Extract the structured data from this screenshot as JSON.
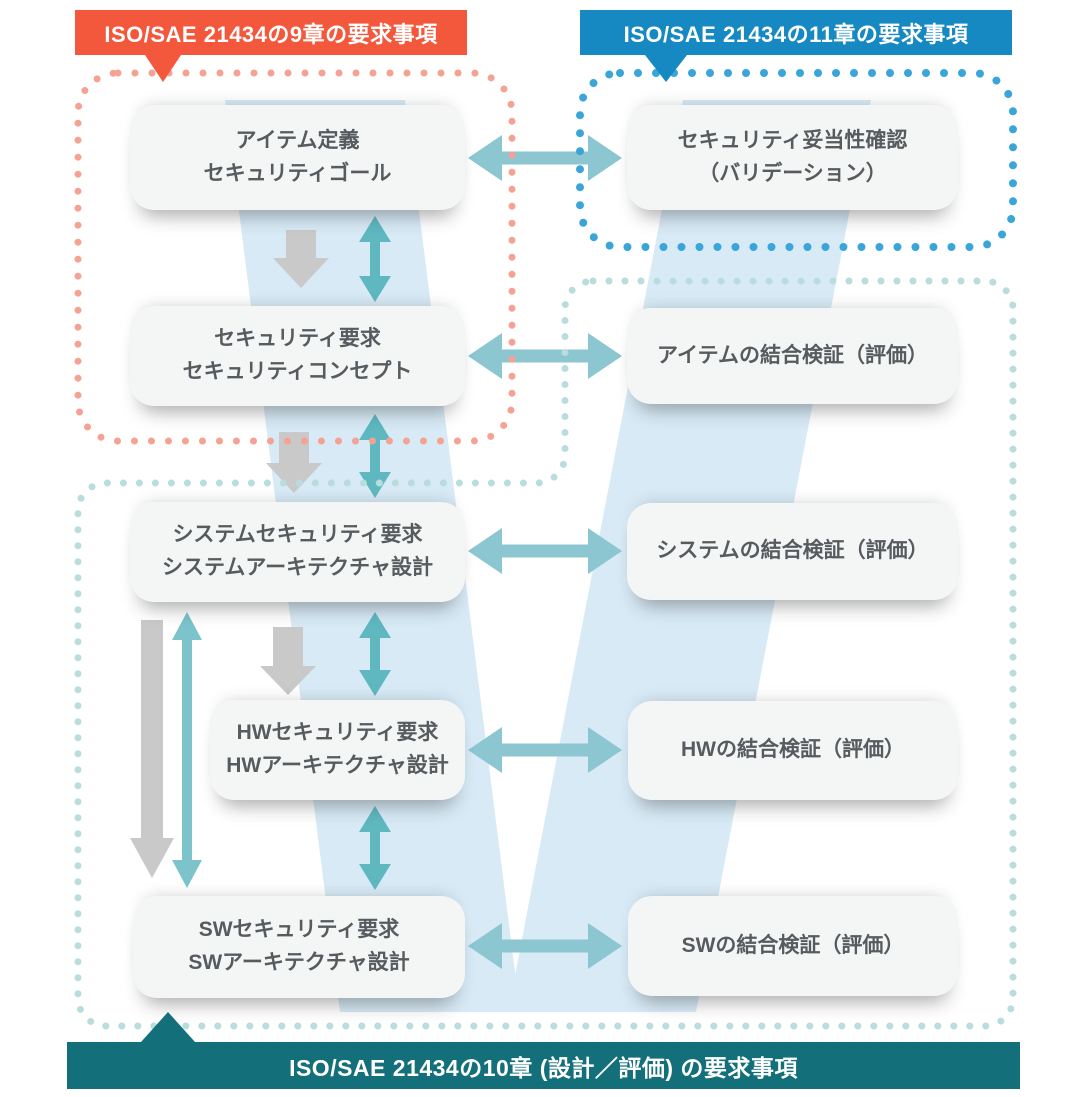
{
  "title_banners": {
    "chapter9": "ISO/SAE 21434の9章の要求事項",
    "chapter11": "ISO/SAE 21434の11章の要求事項",
    "chapter10": "ISO/SAE 21434の10章 (設計／評価) の要求事項"
  },
  "design_boxes": [
    {
      "line1": "アイテム定義",
      "line2": "セキュリティゴール"
    },
    {
      "line1": "セキュリティ要求",
      "line2": "セキュリティコンセプト"
    },
    {
      "line1": "システムセキュリティ要求",
      "line2": "システムアーキテクチャ設計"
    },
    {
      "line1": "HWセキュリティ要求",
      "line2": "HWアーキテクチャ設計"
    },
    {
      "line1": "SWセキュリティ要求",
      "line2": "SWアーキテクチャ設計"
    }
  ],
  "verification_boxes": [
    {
      "line1": "セキュリティ妥当性確認",
      "line2": "（バリデーション）"
    },
    {
      "line1": "アイテムの結合検証（評価）"
    },
    {
      "line1": "システムの結合検証（評価）"
    },
    {
      "line1": "HWの結合検証（評価）"
    },
    {
      "line1": "SWの結合検証（評価）"
    }
  ],
  "colors": {
    "chapter9_banner": "#f4583c",
    "chapter11_banner": "#1789c2",
    "chapter10_banner": "#136f79",
    "red_dots": "#f5a193",
    "blue_dots": "#39a5d8",
    "teal_dots": "#b9dddd",
    "v_band": "#d7eaf6",
    "gray_arrow": "#c9c9c9",
    "teal_arrow": "#5fb8c0",
    "teal_arrow_long": "#7cc3cc",
    "horizontal_arrow": "#8cc6d1"
  }
}
